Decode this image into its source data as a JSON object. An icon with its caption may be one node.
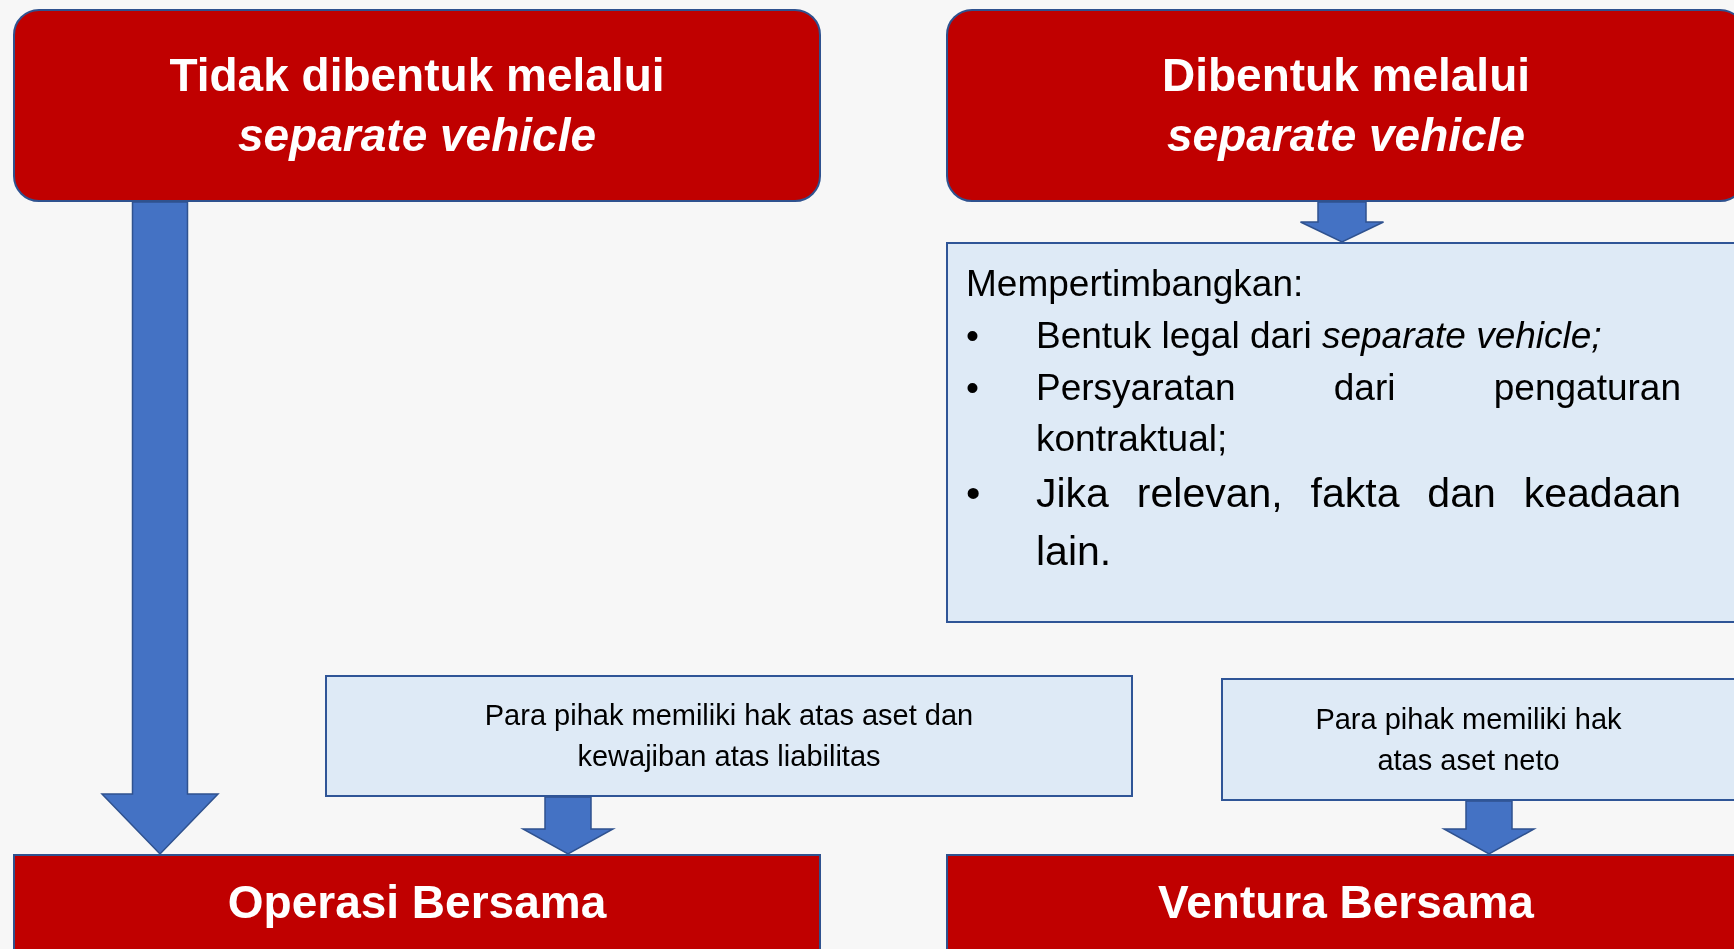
{
  "diagram": {
    "nodes": [
      {
        "text": [
          "Tidak dibentuk melalui *separate vehicle*"
        ]
      },
      {
        "text": [
          "Dibentuk melalui *separate vehicle*"
        ]
      },
      {
        "text": [
          "Mempertimbangkan:",
          "•",
          "Bentuk legal dari *separate vehicle;*",
          "•",
          "Persyaratan dari pengaturan kontraktual;",
          "•",
          "Jika relevan, fakta dan keadaan lain."
        ]
      },
      {
        "text": [
          "Para pihak memiliki hak atas aset dan kewajiban atas liabilitas"
        ]
      },
      {
        "text": [
          "Para pihak memiliki hak atas aset neto"
        ]
      },
      {
        "text": [
          "Operasi Bersama"
        ]
      },
      {
        "text": [
          "Ventura Bersama"
        ]
      }
    ],
    "edges": [
      {
        "from": 0,
        "to": 5,
        "arrow": "to"
      },
      {
        "from": 1,
        "to": 2,
        "arrow": "to"
      },
      {
        "from": 3,
        "to": 5,
        "arrow": "to"
      },
      {
        "from": 4,
        "to": 6,
        "arrow": "to"
      }
    ]
  }
}
